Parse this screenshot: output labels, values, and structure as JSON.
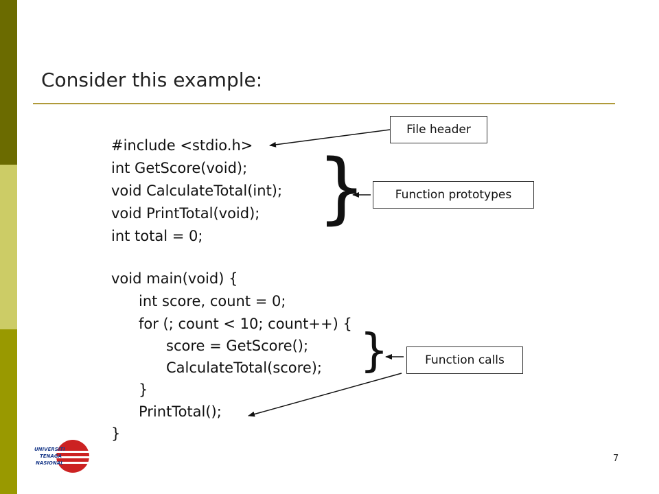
{
  "slide": {
    "title": "Consider this example:",
    "page_number": "7",
    "code_lines": [
      "#include <stdio.h>",
      "int GetScore(void);",
      "void CalculateTotal(int);",
      "void PrintTotal(void);",
      "int total = 0;",
      "void main(void) {",
      "int score, count = 0;",
      "for (; count < 10; count++) {",
      "score = GetScore();",
      "CalculateTotal(score);",
      "}",
      "PrintTotal();",
      "}"
    ],
    "braces": {
      "prototypes": "}",
      "calls": "}"
    },
    "callouts": {
      "file_header": "File header",
      "function_prototypes": "Function prototypes",
      "function_calls": "Function calls"
    },
    "logo": {
      "text_lines": [
        "UNIVERSITI",
        "TENAGA",
        "NASIONAL"
      ]
    }
  },
  "colors": {
    "bar_top": "#6b6b00",
    "bar_middle": "#cccc66",
    "bar_bottom": "#999900",
    "rule": "#b09a3a",
    "logo_red": "#cc2222",
    "logo_blue": "#1a3a8a"
  }
}
